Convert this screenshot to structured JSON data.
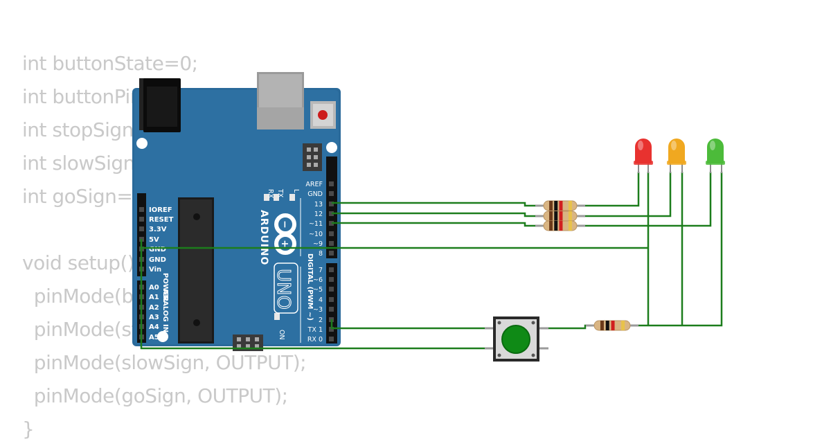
{
  "code_lines": [
    "int buttonState=0;",
    "int buttonPin=2;",
    "int stopSign=13;",
    "int slowSign=12;",
    "int goSign=11;",
    "",
    "void setup(){",
    "  pinMode(buttonPin, INPUT);",
    "  pinMode(stopSign, OUTPUT);",
    "  pinMode(slowSign, OUTPUT);",
    "  pinMode(goSign, OUTPUT);",
    "}"
  ],
  "board": {
    "brand": "ARDUINO",
    "model": "UNO",
    "on_label": "ON",
    "led_labels": {
      "rx": "RX",
      "tx": "TX",
      "l": "L"
    },
    "power_header_title": "POWER",
    "analog_header_title": "ANALOG IN",
    "digital_header_title": "DIGITAL (PWM ~)",
    "power_pins": [
      "IOREF",
      "RESET",
      "3.3V",
      "5V",
      "GND",
      "GND",
      "Vin"
    ],
    "analog_pins": [
      "A0",
      "A1",
      "A2",
      "A3",
      "A4",
      "A5"
    ],
    "digital_pins_upper": [
      "AREF",
      "GND",
      "13",
      "12",
      "~11",
      "~10",
      "~9",
      "8"
    ],
    "digital_pins_lower": [
      "7",
      "~6",
      "~5",
      "4",
      "~3",
      "2",
      "TX  1",
      "RX  0"
    ]
  },
  "components": {
    "leds": [
      {
        "name": "red",
        "color": "#e8322f"
      },
      {
        "name": "yellow",
        "color": "#f0a820"
      },
      {
        "name": "green",
        "color": "#4cbb3a"
      }
    ],
    "pushbutton_color": "#0f8a16",
    "wire_color": "#1c7d1c",
    "board_color": "#2a6a9a"
  }
}
